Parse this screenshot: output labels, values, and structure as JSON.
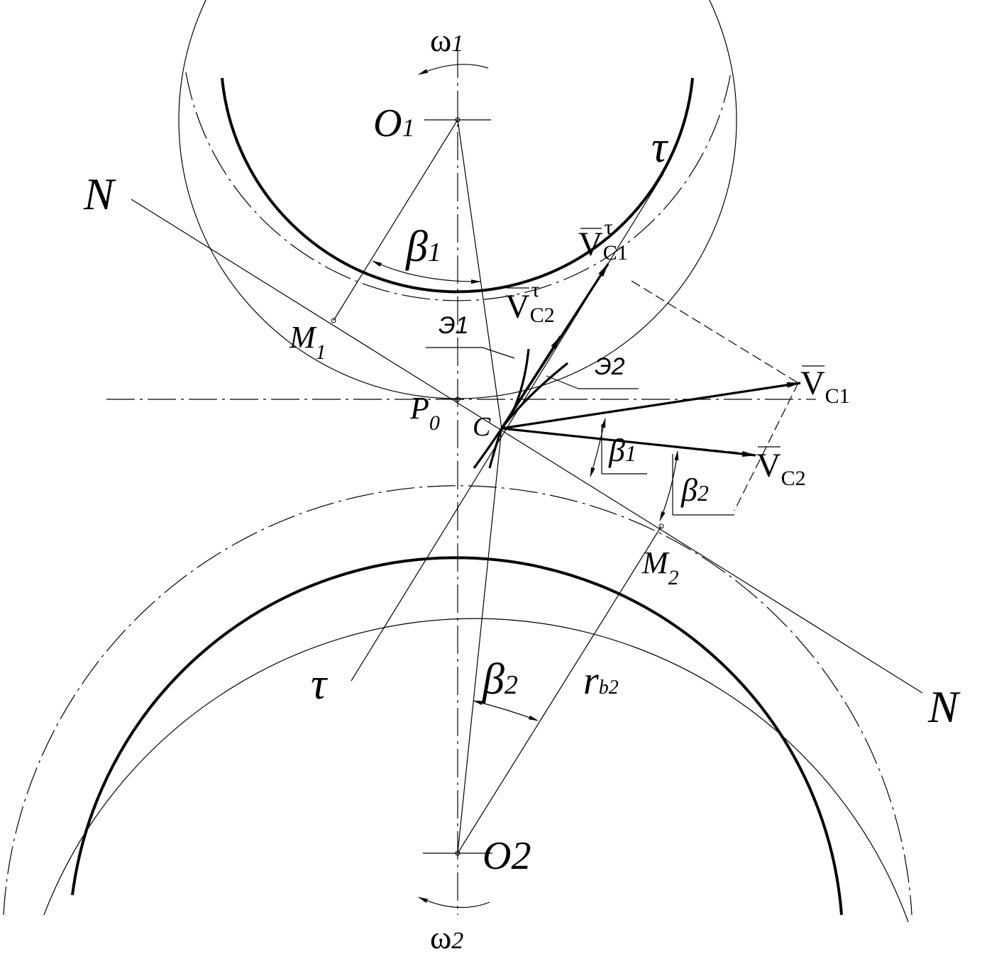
{
  "labels": {
    "omega1": "ω",
    "omega1_sub": "1",
    "omega2": "ω",
    "omega2_sub": "2",
    "O1": "O",
    "O1_sub": "1",
    "O2": "O2",
    "tau_top": "τ",
    "tau_bottom": "τ",
    "N_left": "N",
    "N_right": "N",
    "beta1_upper": "β",
    "beta1_upper_sub": "1",
    "beta1_lower": "β",
    "beta1_lower_sub": "1",
    "beta2_lower": "β",
    "beta2_lower_sub": "2",
    "beta2_right": "β",
    "beta2_right_sub": "2",
    "M1": "M",
    "M1_sub": "1",
    "M2": "M",
    "M2_sub": "2",
    "P0": "P",
    "P0_sub": "0",
    "C": "C",
    "E1": "Э1",
    "E2": "Э2",
    "rb2": "r",
    "rb2_sub": "b2",
    "vc1tau": "V",
    "vc1tau_sup": "τ",
    "vc1tau_sub": "C1",
    "vc2tau": "V",
    "vc2tau_sup": "τ",
    "vc2tau_sub": "C2",
    "vc1": "V",
    "vc1_sub": "C1",
    "vc2": "V",
    "vc2_sub": "C2"
  }
}
